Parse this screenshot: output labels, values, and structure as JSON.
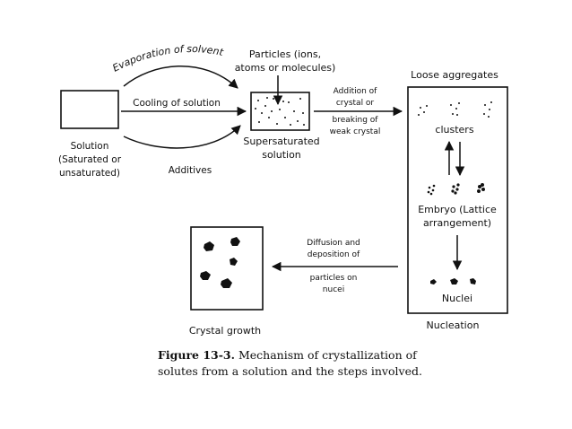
{
  "labels": {
    "particles_line1": "Particles (ions,",
    "particles_line2": "atoms or molecules)",
    "evaporation": "Evaporation of solvent",
    "cooling": "Cooling of solution",
    "additives": "Additives",
    "solution_line1": "Solution",
    "solution_line2": "(Saturated or",
    "solution_line3": "unsaturated)",
    "supersaturated_line1": "Supersaturated",
    "supersaturated_line2": "solution",
    "addition_line1": "Addition of",
    "addition_line2": "crystal or",
    "addition_line3": "breaking of",
    "addition_line4": "weak crystal",
    "loose_aggregates": "Loose aggregates",
    "clusters": "clusters",
    "embryo_line1": "Embryo (Lattice",
    "embryo_line2": "arrangement)",
    "nuclei": "Nuclei",
    "nucleation": "Nucleation",
    "diffusion_line1": "Diffusion and",
    "diffusion_line2": "deposition of",
    "diffusion_line3": "particles on",
    "diffusion_line4": "nucei",
    "crystal_growth": "Crystal growth"
  },
  "caption": {
    "figure_label": "Figure 13-3.",
    "line1_rest": " Mechanism of crystallization of",
    "line2": "solutes from a solution and the steps involved."
  }
}
